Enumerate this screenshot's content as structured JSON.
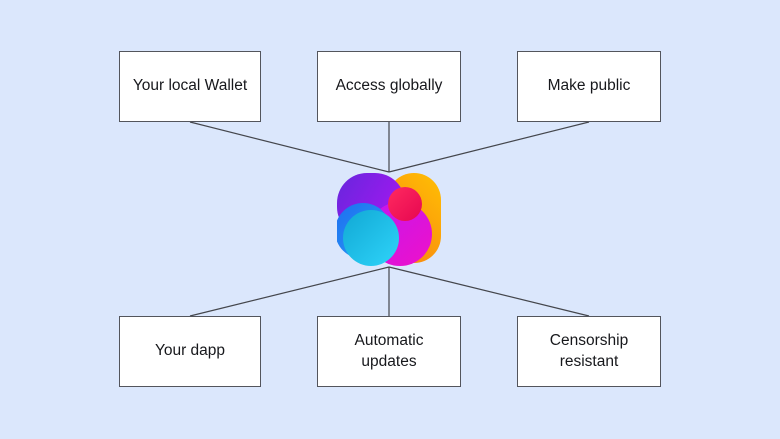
{
  "canvas": {
    "background": "#dbe7fc"
  },
  "diagram": {
    "styles": {
      "box_fill": "#ffffff",
      "box_border": "#53555c",
      "connector_color": "#44464c",
      "text_color": "#17181c"
    },
    "top_row": [
      {
        "label": "Your local Wallet"
      },
      {
        "label": "Access globally"
      },
      {
        "label": "Make public"
      }
    ],
    "bottom_row": [
      {
        "label": "Your dapp"
      },
      {
        "label": "Automatic\nupdates"
      },
      {
        "label": "Censorship\nresistant"
      }
    ],
    "logo": {
      "name": "dapp-logo",
      "colors": {
        "purple_start": "#6726dd",
        "purple_end": "#a318f0",
        "orange_start": "#ffbb05",
        "orange_end": "#f8860f",
        "magenta_start": "#c316ef",
        "magenta_end": "#ef11c9",
        "pink_start": "#ff2a60",
        "pink_end": "#e60750",
        "blue": "#2b7ff2",
        "cyan_start": "#11a8d4",
        "cyan_end": "#2fd4fa"
      }
    }
  }
}
